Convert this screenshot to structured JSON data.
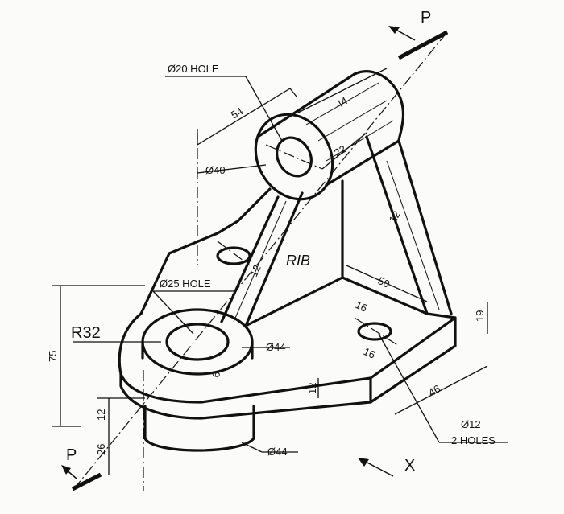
{
  "labels": {
    "hole_20": "Ø20 HOLE",
    "len_54": "54",
    "len_44": "44",
    "len_22": "22",
    "dia_40": "Ø40",
    "rib_12_right": "12",
    "rib": "RIB",
    "len_50": "50",
    "hole_25": "Ø25 HOLE",
    "rib_12_left": "12",
    "r32": "R32",
    "dia_44_top": "Ø44",
    "len_16_a": "16",
    "len_16_b": "16",
    "len_19": "19",
    "len_75": "75",
    "len_6": "6",
    "len_12_base": "12",
    "len_46": "46",
    "len_12_left": "12",
    "len_26": "26",
    "dia_44_bottom": "Ø44",
    "hole_12": "Ø12",
    "holes_2": "2 HOLES",
    "view_p_top": "P",
    "view_p_bottom": "P",
    "view_x": "X"
  }
}
